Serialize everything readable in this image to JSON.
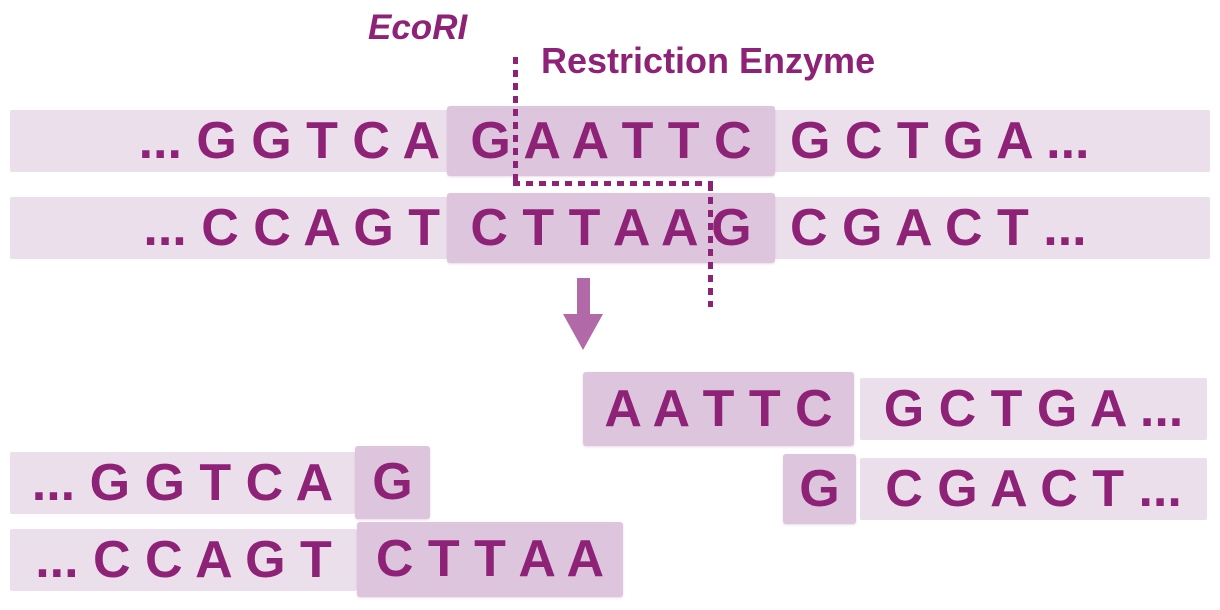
{
  "header": {
    "enzyme_name": "EcoRI",
    "enzyme_label": "Restriction Enzyme"
  },
  "colors": {
    "ink": "#8e2277",
    "band": "#ecdfec",
    "highlight": "#dcc5dd",
    "arrow": "#b269a8"
  },
  "original_dna": {
    "top_strand": {
      "left": "... G G T C A",
      "site": "G A A T T C",
      "right": "G C T G A ..."
    },
    "bottom_strand": {
      "left": "... C C A G T",
      "site": "C T T A A G",
      "right": "C G A C T ..."
    }
  },
  "products": {
    "left_fragment": {
      "top_left": "... G G T C A",
      "top_overhang": "G",
      "bottom_left": "... C C A G T",
      "bottom_overhang": "C T T A A"
    },
    "right_fragment": {
      "top_overhang": "A A T T C",
      "top_right": "G C T G A ...",
      "bottom_overhang": "G",
      "bottom_right": "C G A C T ..."
    }
  },
  "icons": {
    "down_arrow": "down-arrow-icon",
    "cut_path": "dashed-cut-line"
  }
}
